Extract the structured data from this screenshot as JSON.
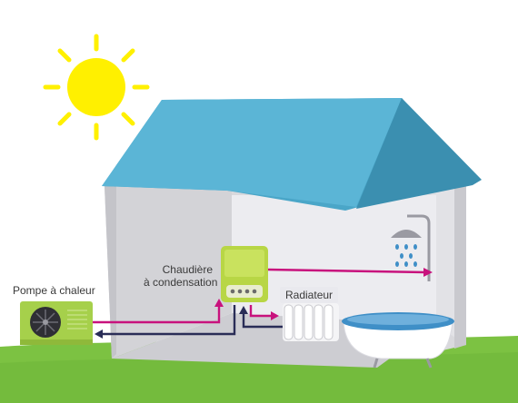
{
  "labels": {
    "heat_pump": "Pompe à chaleur",
    "boiler_line1": "Chaudière",
    "boiler_line2": "à condensation",
    "radiator": "Radiateur"
  },
  "colors": {
    "sky": "#ffffff",
    "sun": "#fff000",
    "roof": "#4aa6c8",
    "wall_front": "#d6d6d9",
    "wall_inner": "#ebebef",
    "floor": "#cfcfd4",
    "grass": "#7cc242",
    "heat_pump_body": "#a6d04b",
    "boiler_body": "#b8d645",
    "hot_flow": "#c8127d",
    "cold_flow": "#2a2d57",
    "water": "#3f8fc7"
  },
  "icons": [
    "sun-icon",
    "fan-icon",
    "shower-icon",
    "bathtub-icon",
    "radiator-icon"
  ]
}
